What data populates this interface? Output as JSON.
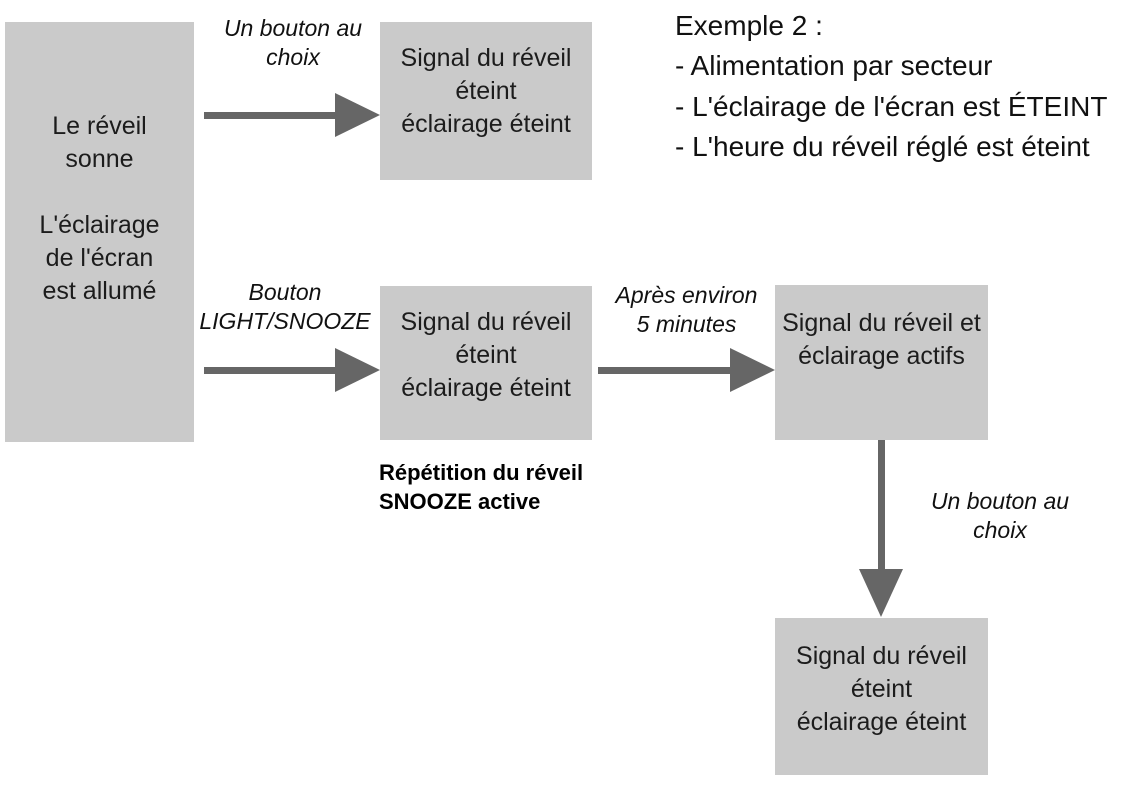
{
  "diagram": {
    "title_note": "Exemple 2 :",
    "nodes": [
      {
        "id": "state-initial",
        "name": "initial-state-box",
        "text": "Le réveil\nsonne\n\nL'éclairage\nde l'écran\nest allumé"
      },
      {
        "id": "state-top-off",
        "name": "alarm-off-top-box",
        "text": "Signal du réveil\néteint\néclairage éteint"
      },
      {
        "id": "state-snooze-off",
        "name": "alarm-off-snooze-box",
        "text": "Signal du réveil\néteint\néclairage éteint"
      },
      {
        "id": "state-active",
        "name": "alarm-active-box",
        "text": "Signal du réveil et\néclairage actifs"
      },
      {
        "id": "state-final-off",
        "name": "alarm-off-final-box",
        "text": "Signal du réveil\néteint\néclairage éteint"
      }
    ],
    "edges": [
      {
        "id": "edge-top",
        "name": "edge-label-any-button-top",
        "label": "Un bouton au\nchoix"
      },
      {
        "id": "edge-snooze",
        "name": "edge-label-light-snooze",
        "label": "Bouton\nLIGHT/SNOOZE"
      },
      {
        "id": "edge-delay",
        "name": "edge-label-after-5-minutes",
        "label": "Après environ\n5 minutes"
      },
      {
        "id": "edge-down",
        "name": "edge-label-any-button-bottom",
        "label": "Un bouton au\nchoix"
      }
    ],
    "notes": [
      {
        "id": "note-snooze",
        "name": "snooze-repeat-note",
        "text": "Répétition du réveil\nSNOOZE active"
      }
    ],
    "legend": {
      "heading": "Exemple 2 :",
      "items": [
        "- Alimentation par secteur",
        "- L'éclairage de l'écran est ÉTEINT",
        "- L'heure du réveil réglé est éteint"
      ]
    },
    "colors": {
      "box_fill": "#cacaca",
      "arrow": "#666666",
      "text": "#1c1c1c",
      "background": "#ffffff"
    }
  }
}
